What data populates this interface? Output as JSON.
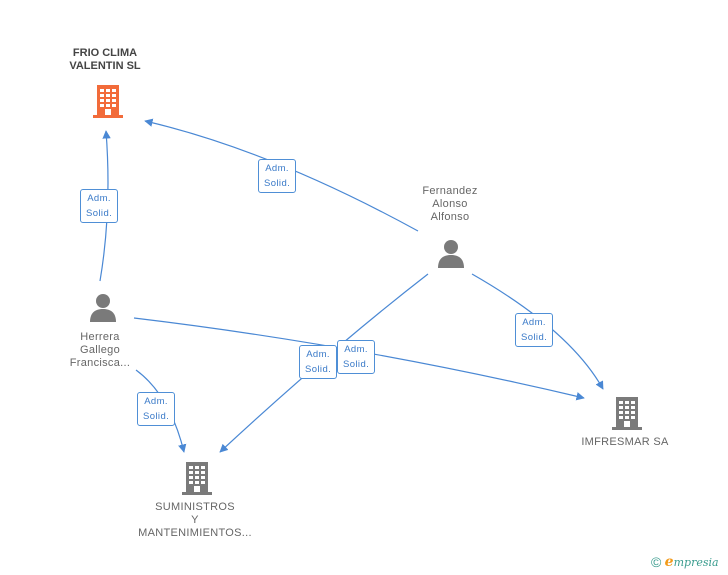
{
  "colors": {
    "edge": "#4a88d4",
    "company_focus": "#f26b3a",
    "company": "#7a7a7a",
    "person": "#7a7a7a"
  },
  "nodes": {
    "frio_clima": {
      "name_line1": "FRIO CLIMA",
      "name_line2": "VALENTIN SL",
      "icon": "building-icon"
    },
    "fernandez": {
      "name_line1": "Fernandez",
      "name_line2": "Alonso",
      "name_line3": "Alfonso",
      "icon": "person-icon"
    },
    "herrera": {
      "name_line1": "Herrera",
      "name_line2": "Gallego",
      "name_line3": "Francisca...",
      "icon": "person-icon"
    },
    "suministros": {
      "name_line1": "SUMINISTROS",
      "name_line2": "Y",
      "name_line3": "MANTENIMIENTOS...",
      "icon": "building-icon"
    },
    "impresmar": {
      "name_line1": "IMFRESMAR SA",
      "icon": "building-icon"
    }
  },
  "edge_labels": [
    {
      "line1": "Adm.",
      "line2": "Solid."
    },
    {
      "line1": "Adm.",
      "line2": "Solid."
    },
    {
      "line1": "Adm.",
      "line2": "Solid."
    },
    {
      "line1": "Adm.",
      "line2": "Solid."
    },
    {
      "line1": "Adm.",
      "line2": "Solid."
    },
    {
      "line1": "Adm.",
      "line2": "Solid."
    }
  ],
  "brand": {
    "copyright": "©",
    "e": "e",
    "rest": "mpresia"
  }
}
